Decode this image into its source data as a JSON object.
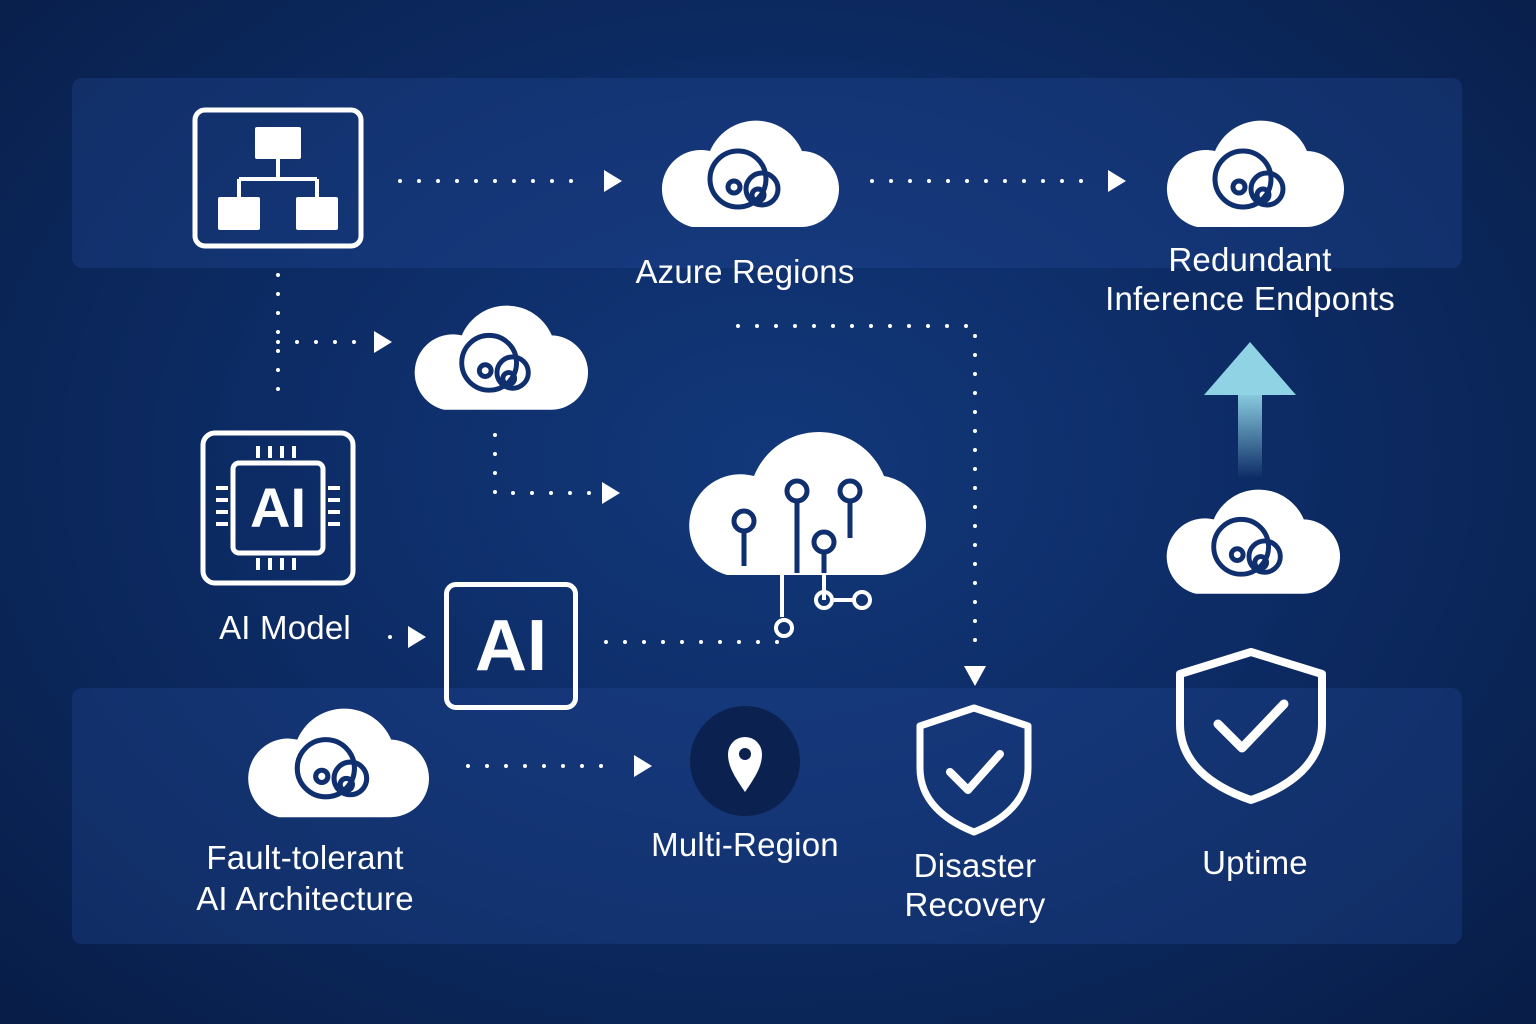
{
  "labels": {
    "azure_regions": "Azure Regions",
    "redundant_line1": "Redundant",
    "redundant_line2": "Inference Endponts",
    "ai_model": "AI Model",
    "fault_line1": "Fault-tolerant",
    "fault_line2": "AI Architecture",
    "multi_region": "Multi-Region",
    "disaster_line1": "Disaster",
    "disaster_line2": "Recovery",
    "uptime": "Uptime"
  },
  "chip_texts": {
    "chip_ai": "AI",
    "box_ai": "AI"
  },
  "icons": [
    "hierarchy-icon",
    "cloud-icon",
    "cloud-network-icon",
    "ai-chip-icon",
    "ai-box-icon",
    "location-pin-icon",
    "shield-check-icon",
    "up-arrow-icon"
  ],
  "colors": {
    "background": "#0d2c66",
    "panel": "#284fa0",
    "foreground": "#ffffff",
    "icon_detail": "#0f2f6e",
    "arrow_accent": "#8fd3e4"
  }
}
